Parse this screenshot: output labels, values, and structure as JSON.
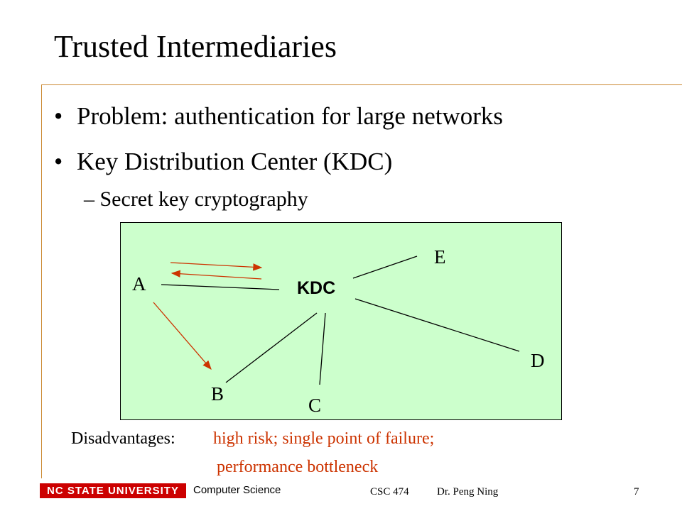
{
  "slide": {
    "title": "Trusted Intermediaries",
    "bullets": [
      "Problem: authentication for large networks",
      "Key Distribution Center (KDC)"
    ],
    "bullet_symbol": "•",
    "sub_bullet": "Secret key cryptography",
    "sub_bullet_dash": "–"
  },
  "diagram": {
    "center": "KDC",
    "nodes": [
      "A",
      "B",
      "C",
      "D",
      "E"
    ],
    "colors": {
      "background": "#ccffcc",
      "line": "#000000",
      "arrow": "#cc3300"
    }
  },
  "disadvantages": {
    "label": "Disadvantages:",
    "line1": "high risk; single point of failure;",
    "line2": "performance bottleneck",
    "color": "#cc3300"
  },
  "footer": {
    "logo": "NC STATE UNIVERSITY",
    "department": "Computer Science",
    "course": "CSC 474",
    "author": "Dr. Peng Ning",
    "page": "7",
    "colors": {
      "logo_bg": "#cc0000",
      "rule": "#cc8a33"
    }
  }
}
